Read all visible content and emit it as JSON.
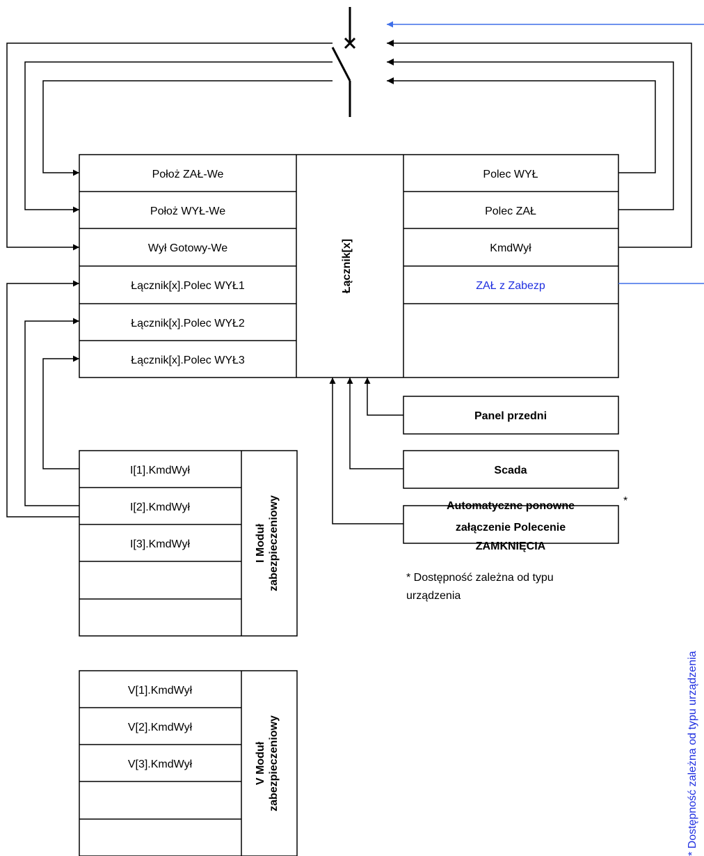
{
  "breaker": {
    "inputs": [
      "Położ ZAŁ-We",
      "Położ WYŁ-We",
      "Wył Gotowy-We",
      "Łącznik[x].Polec WYŁ1",
      "Łącznik[x].Polec WYŁ2",
      "Łącznik[x].Polec WYŁ3"
    ],
    "title": "Łącznik[x]",
    "outputs": [
      "Polec WYŁ",
      "Polec ZAŁ",
      "KmdWył",
      "ZAŁ z Zabezp"
    ]
  },
  "sources": {
    "front_panel": "Panel przedni",
    "scada": "Scada",
    "reclose": [
      "Automatyczne ponowne",
      "załączenie Polecenie",
      "ZAMKNIĘCIA"
    ],
    "reclose_mark": "*"
  },
  "footnote": [
    "* Dostępność zależna od typu",
    "urządzenia"
  ],
  "side_note": "* Dostępność zależna od typu urządzenia",
  "module_1": {
    "rows": [
      "I[1].KmdWył",
      "I[2].KmdWył",
      "I[3].KmdWył",
      "",
      ""
    ],
    "title": [
      "I Moduł",
      "zabezpieczeniowy"
    ]
  },
  "module_5": {
    "rows": [
      "V[1].KmdWył",
      "V[2].KmdWył",
      "V[3].KmdWył",
      "",
      ""
    ],
    "title": [
      "V Moduł",
      "zabezpieczeniowy"
    ]
  },
  "colors": {
    "line": "#000000",
    "accent_line": "#3f6fe8",
    "accent_text": "#1f2fe0"
  }
}
